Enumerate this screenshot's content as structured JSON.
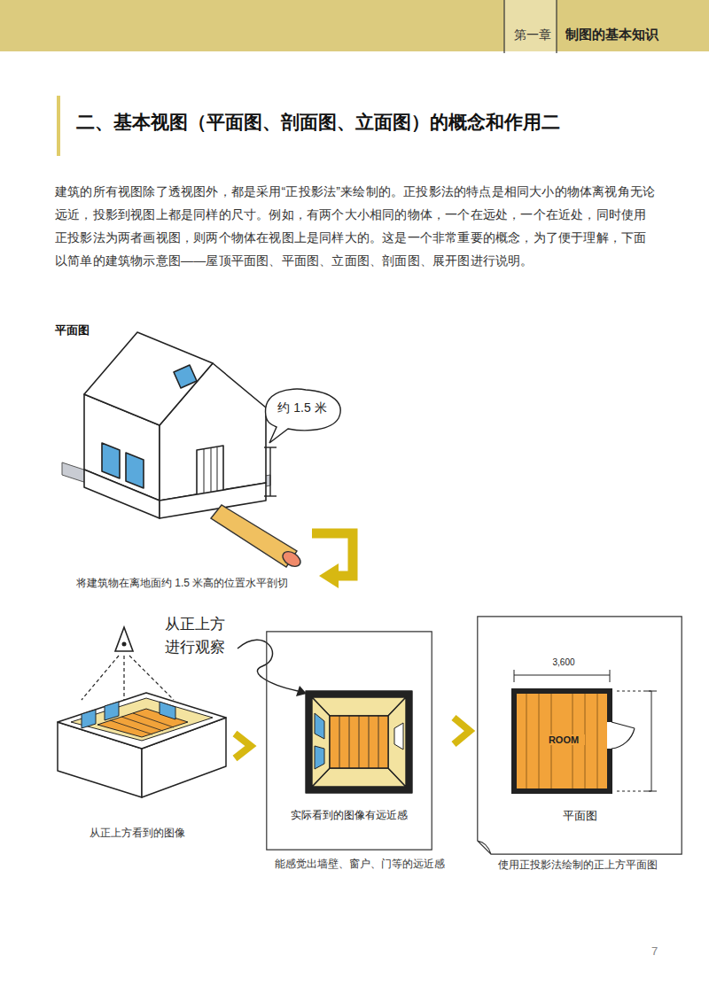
{
  "diagram": {
    "title": "二、基本视图（平面图、剖面图、立面图）的概念和作用二",
    "nodes": [
      {
        "text": [
          "实际看到的图像有远近感"
        ]
      },
      {
        "text": [
          "平面图"
        ]
      }
    ],
    "edges": [
      {
        "from": 0,
        "to": 1,
        "arrow": "to"
      }
    ],
    "labels": [
      "第一章",
      "制图的基本知识",
      "建筑的所有视图除了透视图外，都是采用“正投影法”来绘制的。正投影法的特点是相同大小的物体离视角无论远近，投影到视图上都是同样的尺寸。例如，有两个大小相同的物体，一个在远处，一个在近处，同时使用正投影法为两者画视图，则两个物体在视图上是同样大的。这是一个非常重要的概念，为了便于理解，下面以简单的建筑物示意图——屋顶平面图、平面图、立面图、剖面图、展开图进行说明。",
      "平面图",
      "约 1.5 米",
      "将建筑物在离地面约 1.5 米高的位置水平剖切",
      "从正上方 进行观察",
      "从正上方看到的图像",
      "能感觉出墙壁、窗户、门等的远近感",
      "使用正投影法绘制的正上方平面图",
      "3,600",
      "ROOM",
      "7"
    ]
  }
}
